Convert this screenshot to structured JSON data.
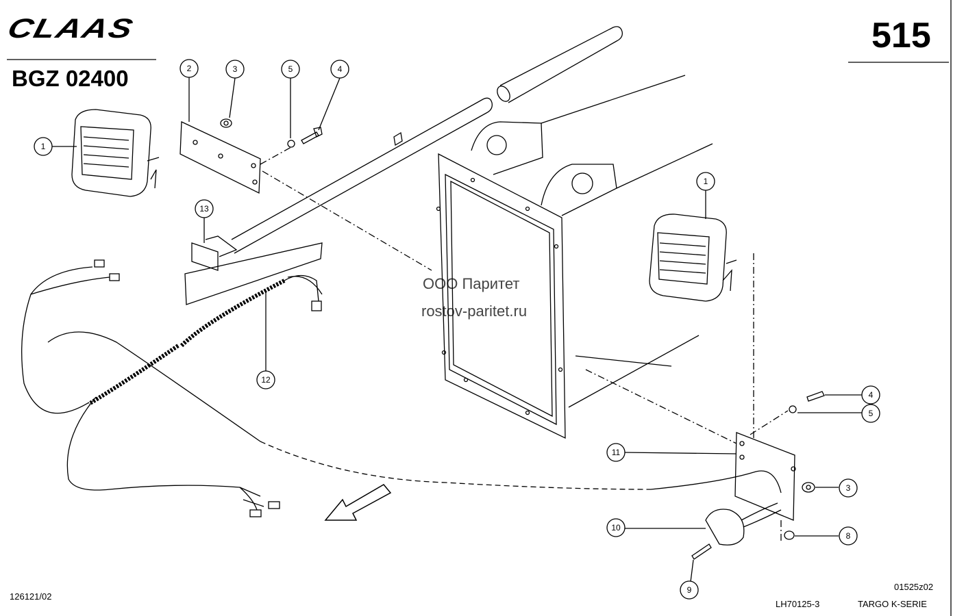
{
  "header": {
    "brand": "CLAAS",
    "assembly_code": "BGZ 02400",
    "page_number": "515"
  },
  "watermark": {
    "line1": "ООО Паритет",
    "line2": "rostov-paritet.ru"
  },
  "footer": {
    "left_code": "126121/02",
    "center_code": "LH70125-3",
    "drawing_code": "01525z02",
    "series": "TARGO K-SERIE"
  },
  "callouts": [
    "1",
    "2",
    "3",
    "5",
    "4",
    "13",
    "12",
    "1",
    "4",
    "5",
    "11",
    "3",
    "10",
    "8",
    "9"
  ]
}
